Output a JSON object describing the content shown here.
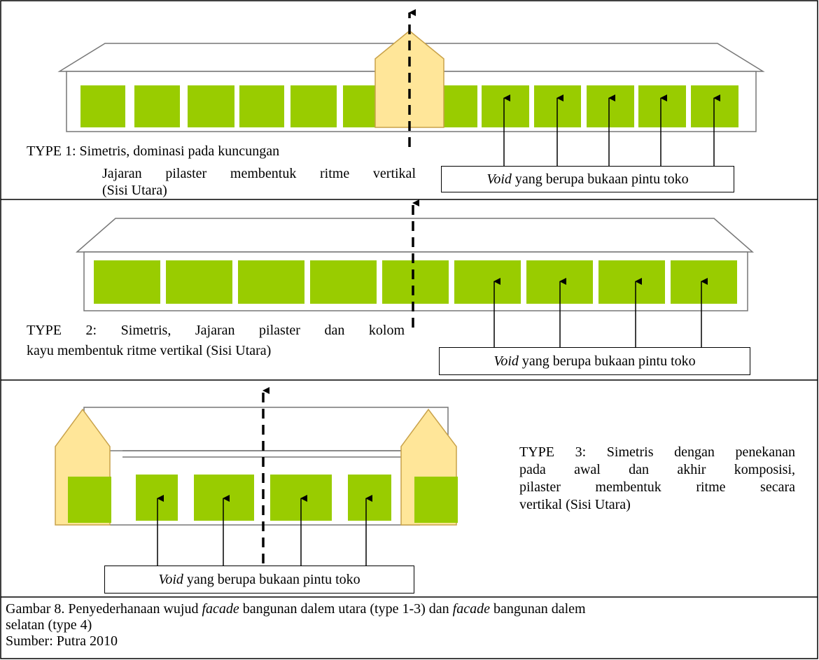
{
  "colors": {
    "void": "#99cc00",
    "accent_gable": "#ffe699",
    "accent_gable_stroke": "#c9a24a",
    "outline": "#777777"
  },
  "type1": {
    "title_line1": "TYPE 1: Simetris, dominasi pada kuncungan",
    "title_line2": "Jajaran pilaster membentuk ritme vertikal",
    "title_line3": "(Sisi Utara)",
    "void_label_em": "Void",
    "void_label_rest": " yang berupa bukaan pintu toko"
  },
  "type2": {
    "title_line1": "TYPE 2: Simetris, Jajaran pilaster dan kolom",
    "title_line2": "kayu membentuk ritme vertikal (Sisi Utara)",
    "void_label_em": "Void",
    "void_label_rest": " yang berupa bukaan pintu toko"
  },
  "type3": {
    "title_line1": "TYPE 3: Simetris dengan penekanan",
    "title_line2": "pada awal dan akhir komposisi,",
    "title_line3": "pilaster membentuk ritme secara",
    "title_line4": "vertikal (Sisi Utara)",
    "void_label_em": "Void",
    "void_label_rest": " yang berupa bukaan pintu toko"
  },
  "caption": {
    "part1": "Gambar 8. Penyederhanaan wujud ",
    "em1": "facade",
    "part2": " bangunan dalem utara (type 1-3) dan ",
    "em2": "facade",
    "part3": " bangunan dalem",
    "line2": "selatan (type 4)",
    "source": "Sumber: Putra 2010"
  }
}
